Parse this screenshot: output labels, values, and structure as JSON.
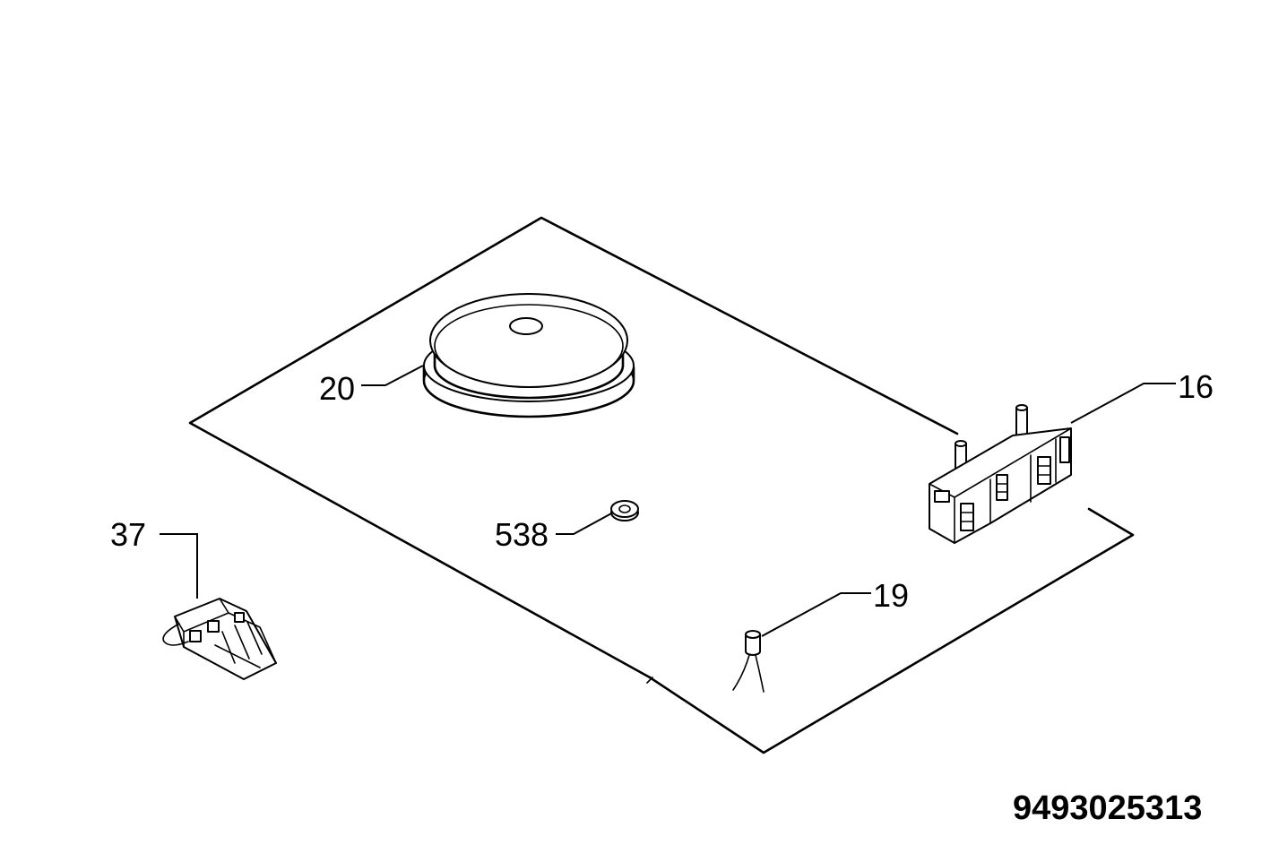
{
  "diagram": {
    "document_number": "9493025313",
    "callouts": [
      {
        "id": "20",
        "label": "20"
      },
      {
        "id": "16",
        "label": "16"
      },
      {
        "id": "37",
        "label": "37"
      },
      {
        "id": "538",
        "label": "538"
      },
      {
        "id": "19",
        "label": "19"
      }
    ]
  },
  "colors": {
    "line": "#000000",
    "background": "#ffffff"
  }
}
